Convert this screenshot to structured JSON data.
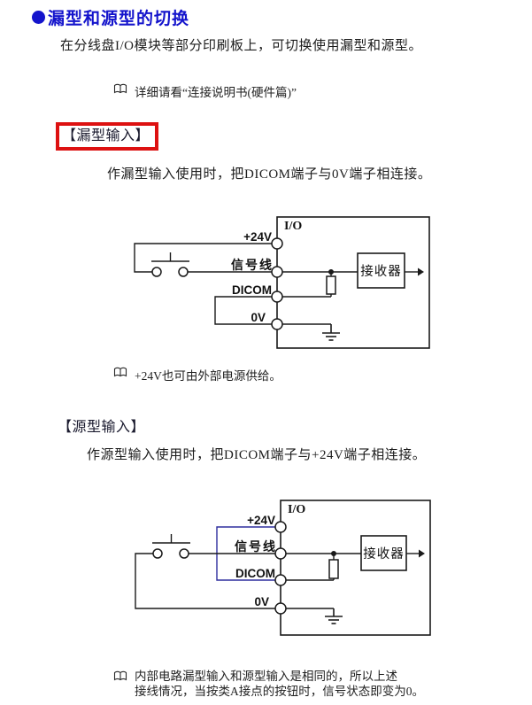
{
  "page": {
    "title": "漏型和源型的切换",
    "intro": "在分线盘I/O模块等部分印刷板上，可切换使用漏型和源型。",
    "note_reference": "详细请看“连接说明书(硬件篇)”",
    "colors": {
      "title_blue": "#1414cc",
      "highlight_red": "#dd1111",
      "wire_blue": "#2e2e9e",
      "text_black": "#1c1c1c"
    }
  },
  "sink_section": {
    "heading": "【漏型输入】",
    "description": "作漏型输入使用时，把DICOM端子与0V端子相连接。",
    "note": "+24V也可由外部电源供给。",
    "diagram": {
      "module_label": "I/O",
      "terminals": [
        "+24V",
        "信号线",
        "DICOM",
        "0V"
      ],
      "receiver_label": "接收器"
    }
  },
  "source_section": {
    "heading": "【源型输入】",
    "description": "作源型输入使用时，把DICOM端子与+24V端子相连接。",
    "diagram": {
      "module_label": "I/O",
      "terminals": [
        "+24V",
        "信号线",
        "DICOM",
        "0V"
      ],
      "receiver_label": "接收器"
    }
  },
  "footer_note": {
    "line1": "内部电路漏型输入和源型输入是相同的，所以上述",
    "line2": "接线情况，当按类A接点的按钮时，信号状态即变为0。"
  }
}
